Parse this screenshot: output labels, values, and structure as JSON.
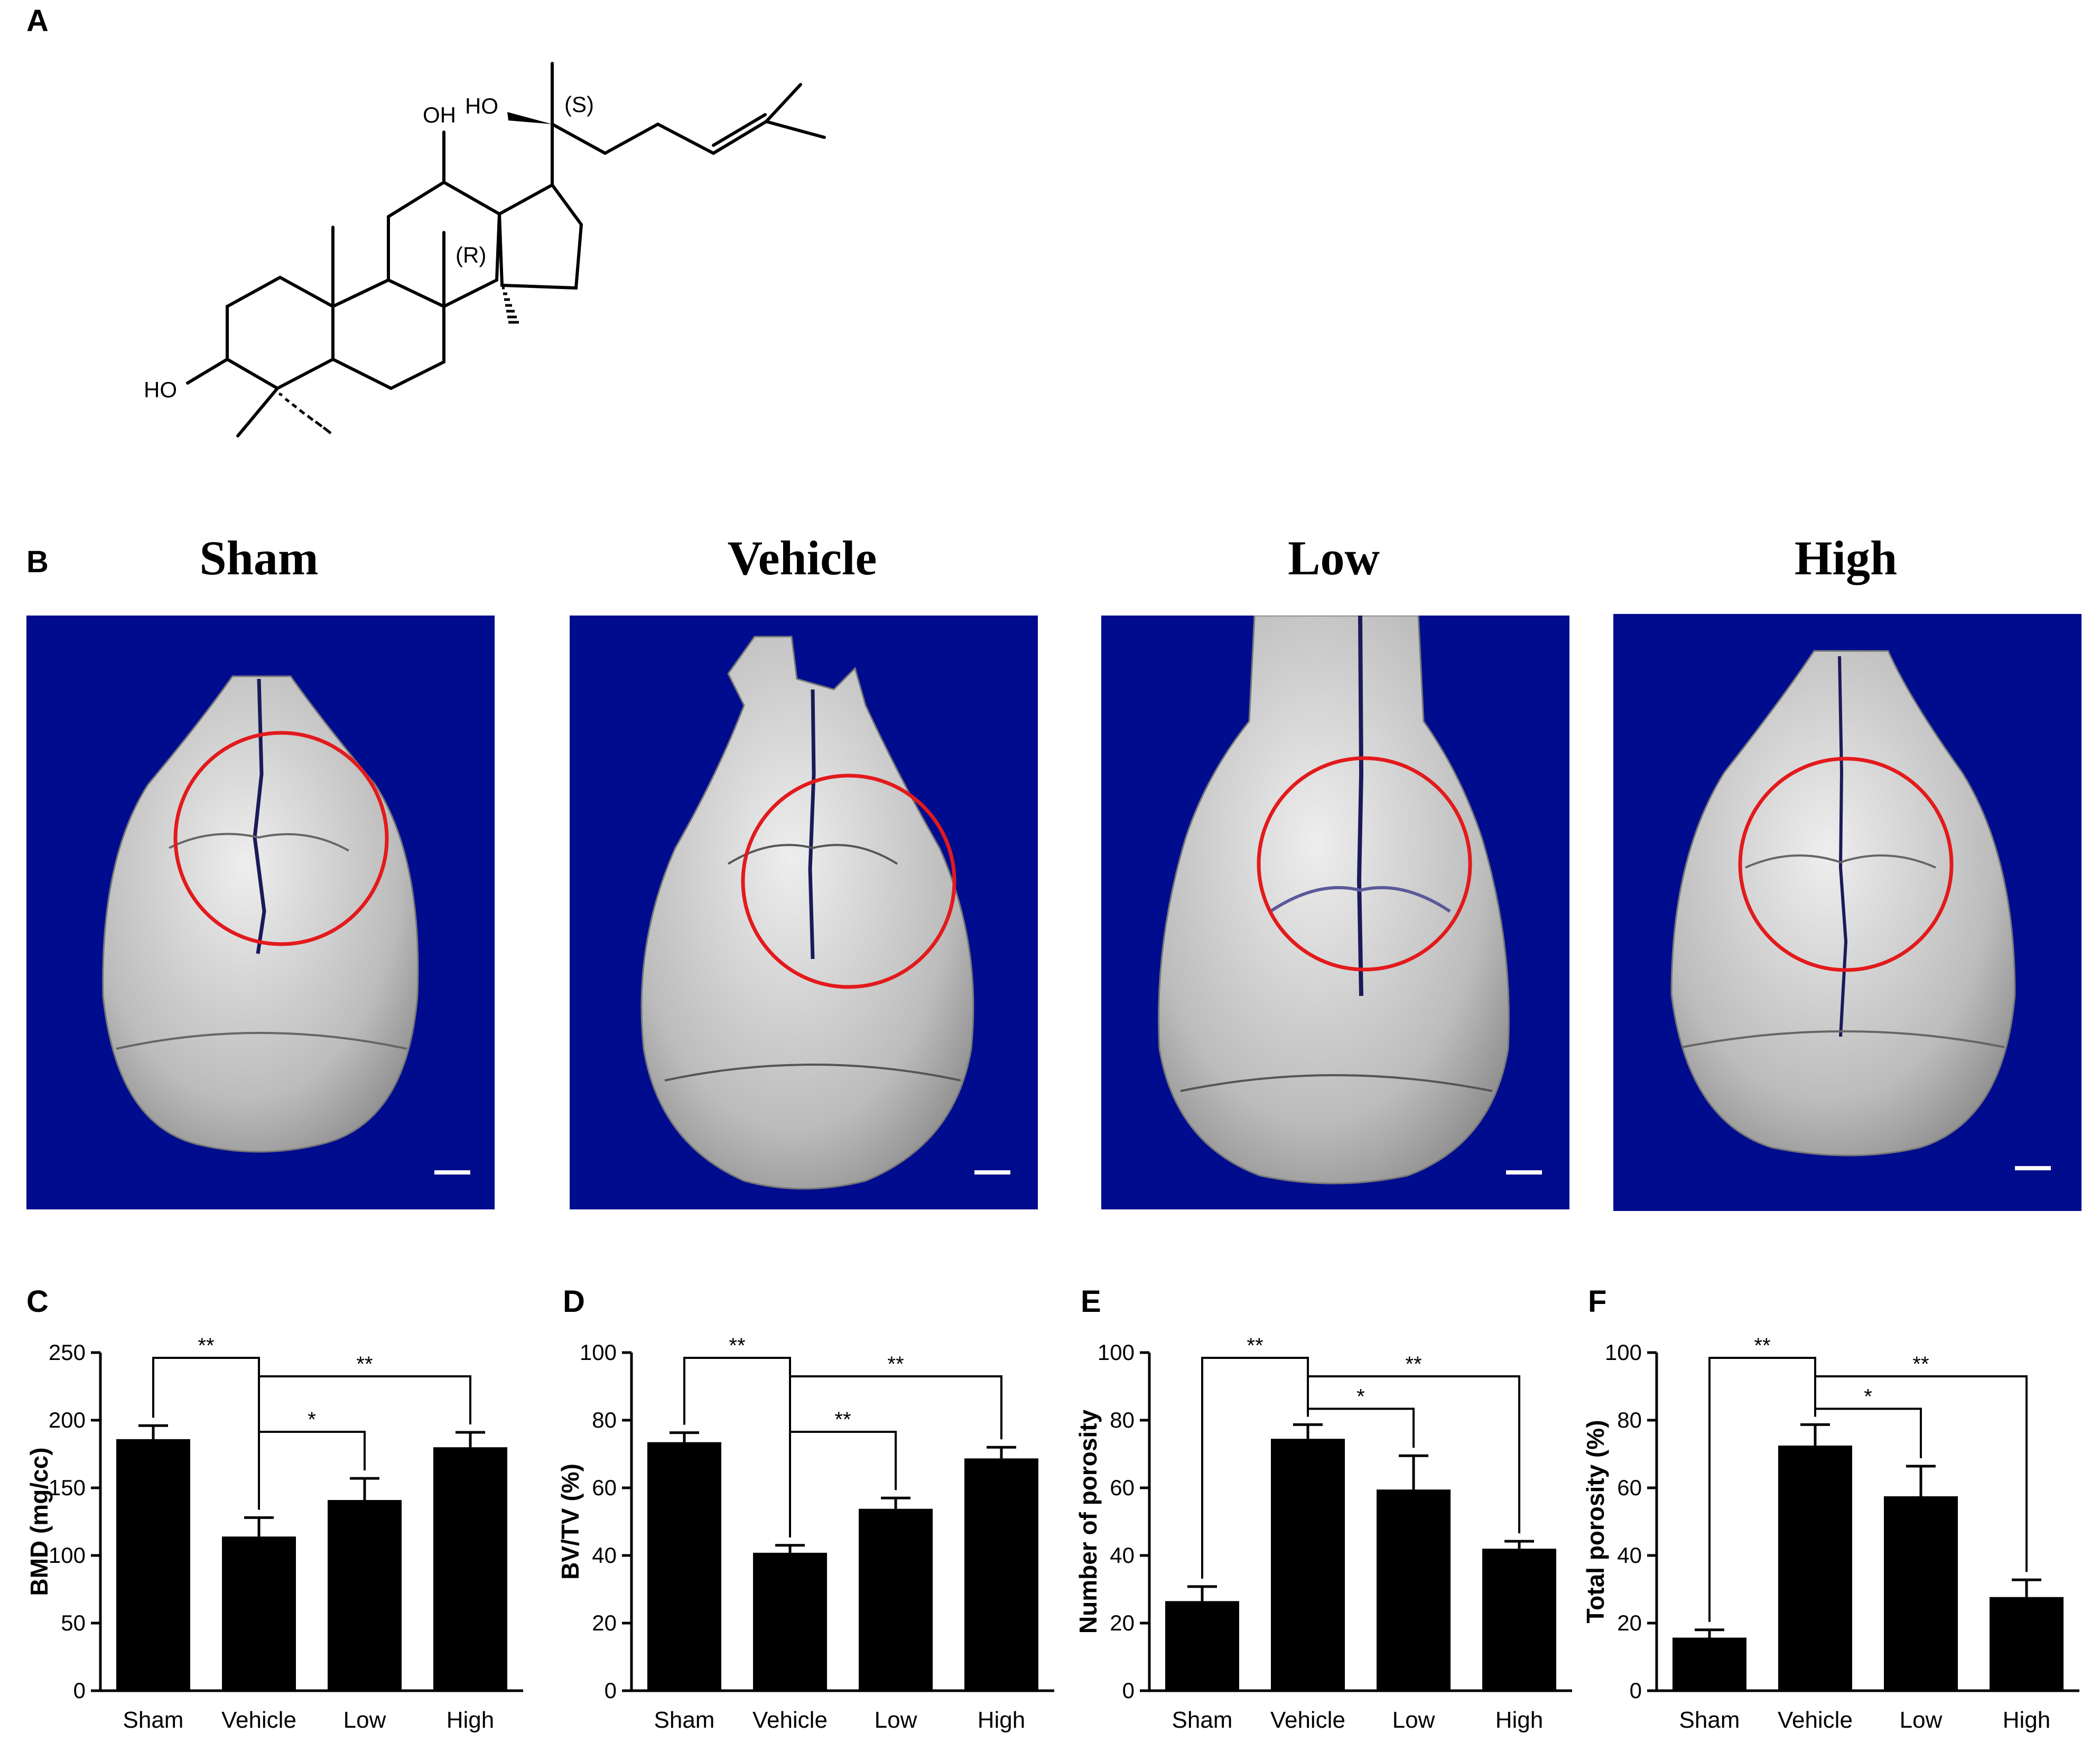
{
  "panels": {
    "a": {
      "letter": "A",
      "labels": [
        "OH",
        "HO",
        "(S)",
        "(R)",
        "HO"
      ]
    },
    "b": {
      "letter": "B",
      "groups": [
        "Sham",
        "Vehicle",
        "Low",
        "High"
      ]
    },
    "c": {
      "letter": "C"
    },
    "d": {
      "letter": "D"
    },
    "e": {
      "letter": "E"
    },
    "f": {
      "letter": "F"
    }
  },
  "colors": {
    "scan_background": "#000c8e",
    "roi_circle": "#e31a1c",
    "bar": "#000000"
  },
  "chart_data": [
    {
      "id": "C",
      "type": "bar",
      "categories": [
        "Sham",
        "Vehicle",
        "Low",
        "High"
      ],
      "values": [
        186,
        114,
        141,
        180
      ],
      "errors": [
        10,
        14,
        16,
        11
      ],
      "ylabel": "BMD (mg/cc)",
      "ylim": [
        0,
        250
      ],
      "yticks": [
        0,
        50,
        100,
        150,
        200,
        250
      ],
      "significance": [
        {
          "from": 0,
          "to": 1,
          "label": "**"
        },
        {
          "from": 1,
          "to": 3,
          "label": "**"
        },
        {
          "from": 1,
          "to": 2,
          "label": "*"
        }
      ]
    },
    {
      "id": "D",
      "type": "bar",
      "categories": [
        "Sham",
        "Vehicle",
        "Low",
        "High"
      ],
      "values": [
        73.5,
        40.8,
        53.8,
        68.7
      ],
      "errors": [
        2.8,
        2.2,
        3.2,
        3.3
      ],
      "ylabel": "BV/TV (%)",
      "ylim": [
        0,
        100
      ],
      "yticks": [
        0,
        20,
        40,
        60,
        80,
        100
      ],
      "significance": [
        {
          "from": 0,
          "to": 1,
          "label": "**"
        },
        {
          "from": 1,
          "to": 3,
          "label": "**"
        },
        {
          "from": 1,
          "to": 2,
          "label": "**"
        }
      ]
    },
    {
      "id": "E",
      "type": "bar",
      "categories": [
        "Sham",
        "Vehicle",
        "Low",
        "High"
      ],
      "values": [
        26.5,
        74.5,
        59.5,
        42
      ],
      "errors": [
        4.3,
        4.2,
        10,
        2.2
      ],
      "ylabel": "Number of porosity",
      "ylim": [
        0,
        100
      ],
      "yticks": [
        0,
        20,
        40,
        60,
        80,
        100
      ],
      "significance": [
        {
          "from": 0,
          "to": 1,
          "label": "**"
        },
        {
          "from": 1,
          "to": 3,
          "label": "**"
        },
        {
          "from": 1,
          "to": 2,
          "label": "*"
        }
      ]
    },
    {
      "id": "F",
      "type": "bar",
      "categories": [
        "Sham",
        "Vehicle",
        "Low",
        "High"
      ],
      "values": [
        15.7,
        72.5,
        57.5,
        27.7
      ],
      "errors": [
        2.3,
        6.2,
        8.9,
        5.1
      ],
      "ylabel": "Total porosity (%)",
      "ylim": [
        0,
        100
      ],
      "yticks": [
        0,
        20,
        40,
        60,
        80,
        100
      ],
      "significance": [
        {
          "from": 0,
          "to": 1,
          "label": "**"
        },
        {
          "from": 1,
          "to": 3,
          "label": "**"
        },
        {
          "from": 1,
          "to": 2,
          "label": "*"
        }
      ]
    }
  ]
}
